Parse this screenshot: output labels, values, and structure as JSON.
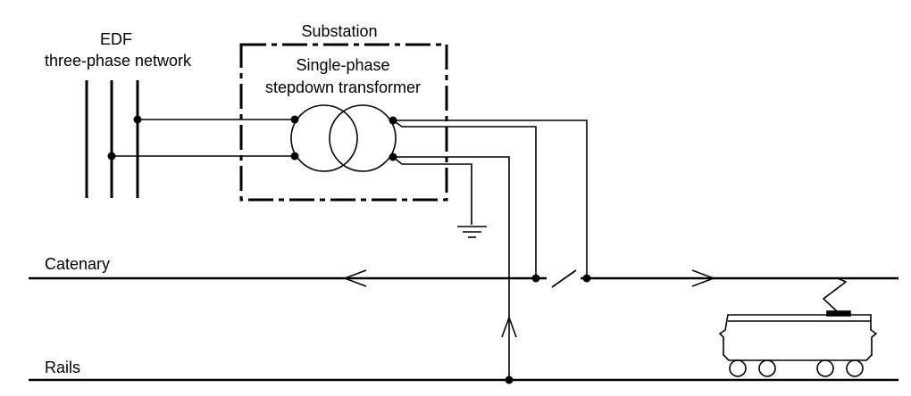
{
  "labels": {
    "edf_line1": "EDF",
    "edf_line2": "three-phase network",
    "substation": "Substation",
    "transformer_line1": "Single-phase",
    "transformer_line2": "stepdown transformer",
    "catenary": "Catenary",
    "rails": "Rails"
  }
}
